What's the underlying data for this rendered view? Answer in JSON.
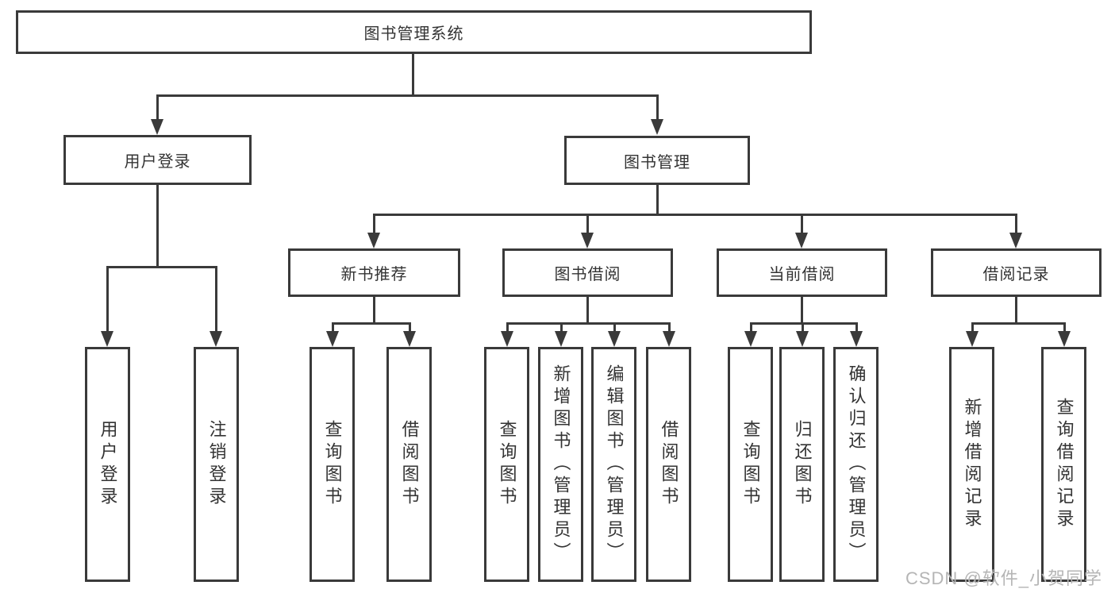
{
  "diagram": {
    "root": {
      "label": "图书管理系统"
    },
    "branches": [
      {
        "label": "用户登录",
        "children": [
          {
            "label": "用户登录"
          },
          {
            "label": "注销登录"
          }
        ]
      },
      {
        "label": "图书管理",
        "children": [
          {
            "label": "新书推荐",
            "children": [
              {
                "label": "查询图书"
              },
              {
                "label": "借阅图书"
              }
            ]
          },
          {
            "label": "图书借阅",
            "children": [
              {
                "label": "查询图书"
              },
              {
                "label": "新增图书（管理员）"
              },
              {
                "label": "编辑图书（管理员）"
              },
              {
                "label": "借阅图书"
              }
            ]
          },
          {
            "label": "当前借阅",
            "children": [
              {
                "label": "查询图书"
              },
              {
                "label": "归还图书"
              },
              {
                "label": "确认归还（管理员）"
              }
            ]
          },
          {
            "label": "借阅记录",
            "children": [
              {
                "label": "新增借阅记录"
              },
              {
                "label": "查询借阅记录"
              }
            ]
          }
        ]
      }
    ]
  },
  "watermark": {
    "text": "CSDN @软件_小贺同学"
  },
  "colors": {
    "line": "#3a3a3a",
    "text": "#333333",
    "box_background": "#ffffff",
    "watermark": "#b5b5b5"
  }
}
